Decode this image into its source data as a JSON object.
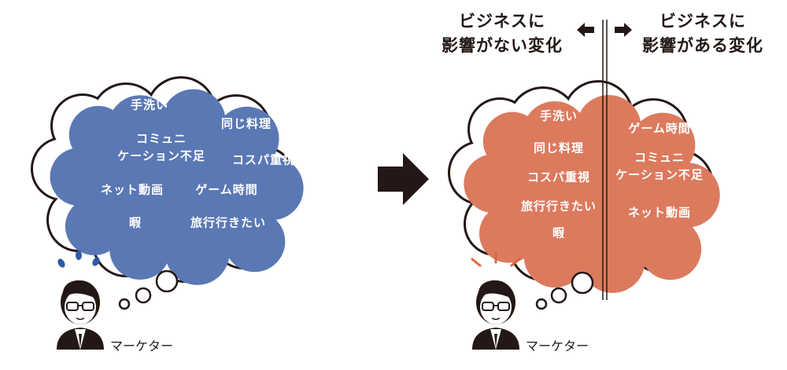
{
  "colors": {
    "before": "#5a78b4",
    "after": "#dc7a5e",
    "ink": "#231815",
    "sweat": "#2f5aa8",
    "alert": "#e0643c"
  },
  "before": {
    "items": [
      "手洗い",
      "同じ料理",
      "コミュニ",
      "ケーション不足",
      "コスパ重視",
      "ネット動画",
      "ゲーム時間",
      "暇",
      "旅行行きたい"
    ],
    "person_label": "マーケター"
  },
  "after": {
    "header_left": [
      "ビジネスに",
      "影響がない変化"
    ],
    "header_right": [
      "ビジネスに",
      "影響がある変化"
    ],
    "left_items": [
      "手洗い",
      "同じ料理",
      "コスパ重視",
      "旅行行きたい",
      "暇"
    ],
    "right_items": [
      "ゲーム時間",
      "コミュニ",
      "ケーション不足",
      "ネット動画"
    ],
    "person_label": "マーケター"
  }
}
